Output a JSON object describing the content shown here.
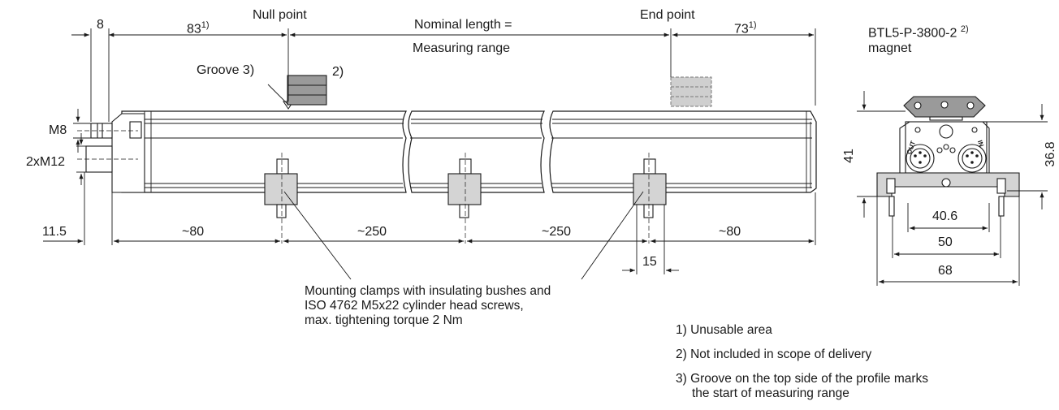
{
  "top": {
    "dim_8": "8",
    "dim_83": "83",
    "dim_83_sup": "1)",
    "null_point": "Null point",
    "nominal_line1": "Nominal length =",
    "nominal_line2": "Measuring range",
    "end_point": "End point",
    "dim_73": "73",
    "dim_73_sup": "1)",
    "groove": "Groove 3)",
    "magnet_ref": "2)"
  },
  "left": {
    "m8": "M8",
    "m12": "2xM12"
  },
  "bottom": {
    "dim_11_5": "11.5",
    "dim_80_left": "~80",
    "dim_250_a": "~250",
    "dim_250_b": "~250",
    "dim_80_right": "~80",
    "dim_15": "15"
  },
  "clamp_note": {
    "line1": "Mounting clamps with insulating bushes and",
    "line2": "ISO 4762 M5x22 cylinder head screws,",
    "line3": "max. tightening torque 2 Nm"
  },
  "side_view": {
    "magnet_label_line1": "BTL5-P-3800-2",
    "magnet_label_sup": "2)",
    "magnet_label_line2": "magnet",
    "dim_41": "41",
    "dim_36_8": "36.8",
    "dim_40_6": "40.6",
    "dim_50": "50",
    "dim_68": "68",
    "conn_out": "OUT",
    "conn_in": "IN"
  },
  "footnotes": [
    "1)  Unusable area",
    "2)  Not included in scope of delivery",
    "3)  Groove on the top side of the profile marks",
    "the start of measuring range"
  ],
  "colors": {
    "line": "#1a1a1a",
    "body_fill": "#ffffff",
    "clamp_fill": "#d4d4d4",
    "magnet_fill": "#9a9a9a",
    "magnet_ghost": "#cfcfcf"
  }
}
